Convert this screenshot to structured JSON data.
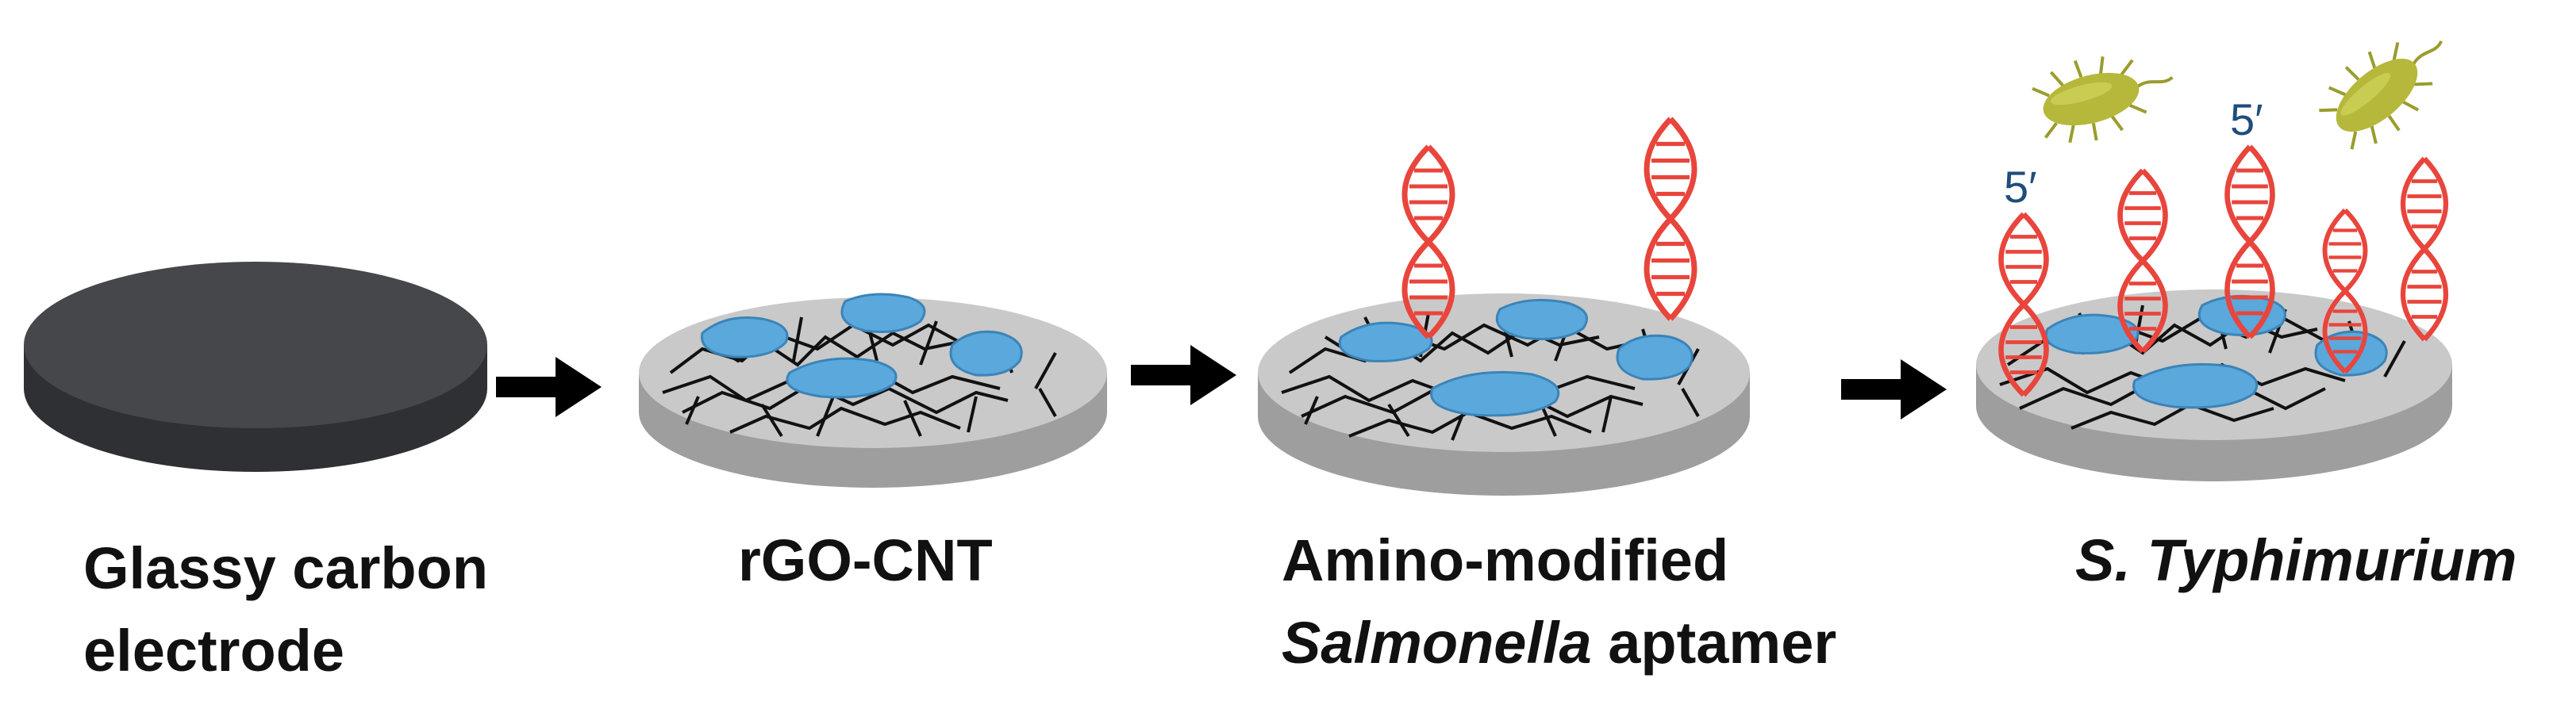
{
  "steps": [
    {
      "label_line1": "Glassy carbon",
      "label_line2": "electrode"
    },
    {
      "label_line1": "rGO-CNT"
    },
    {
      "label_line1": "Amino-modified",
      "label_line2_italic": "Salmonella",
      "label_line2_rest": " aptamer"
    },
    {
      "label_line1": "S. Typhimurium"
    }
  ],
  "prime_labels": {
    "left": "5′",
    "center": "5′"
  },
  "colors": {
    "electrode_body": "#3f4144",
    "electrode_top": "#4a4c4f",
    "disc_top": "#c9c9c9",
    "disc_side": "#9e9e9e",
    "nanotube_mesh": "#111111",
    "graphene_flakes": "#5aa8dc",
    "aptamer_strand": "#e8453c",
    "bacteria": "#b5b83a",
    "prime_text": "#1f4d7a",
    "arrow": "#000000"
  },
  "icons": [
    "arrow-right-icon",
    "dna-aptamer-icon",
    "bacterium-icon"
  ]
}
